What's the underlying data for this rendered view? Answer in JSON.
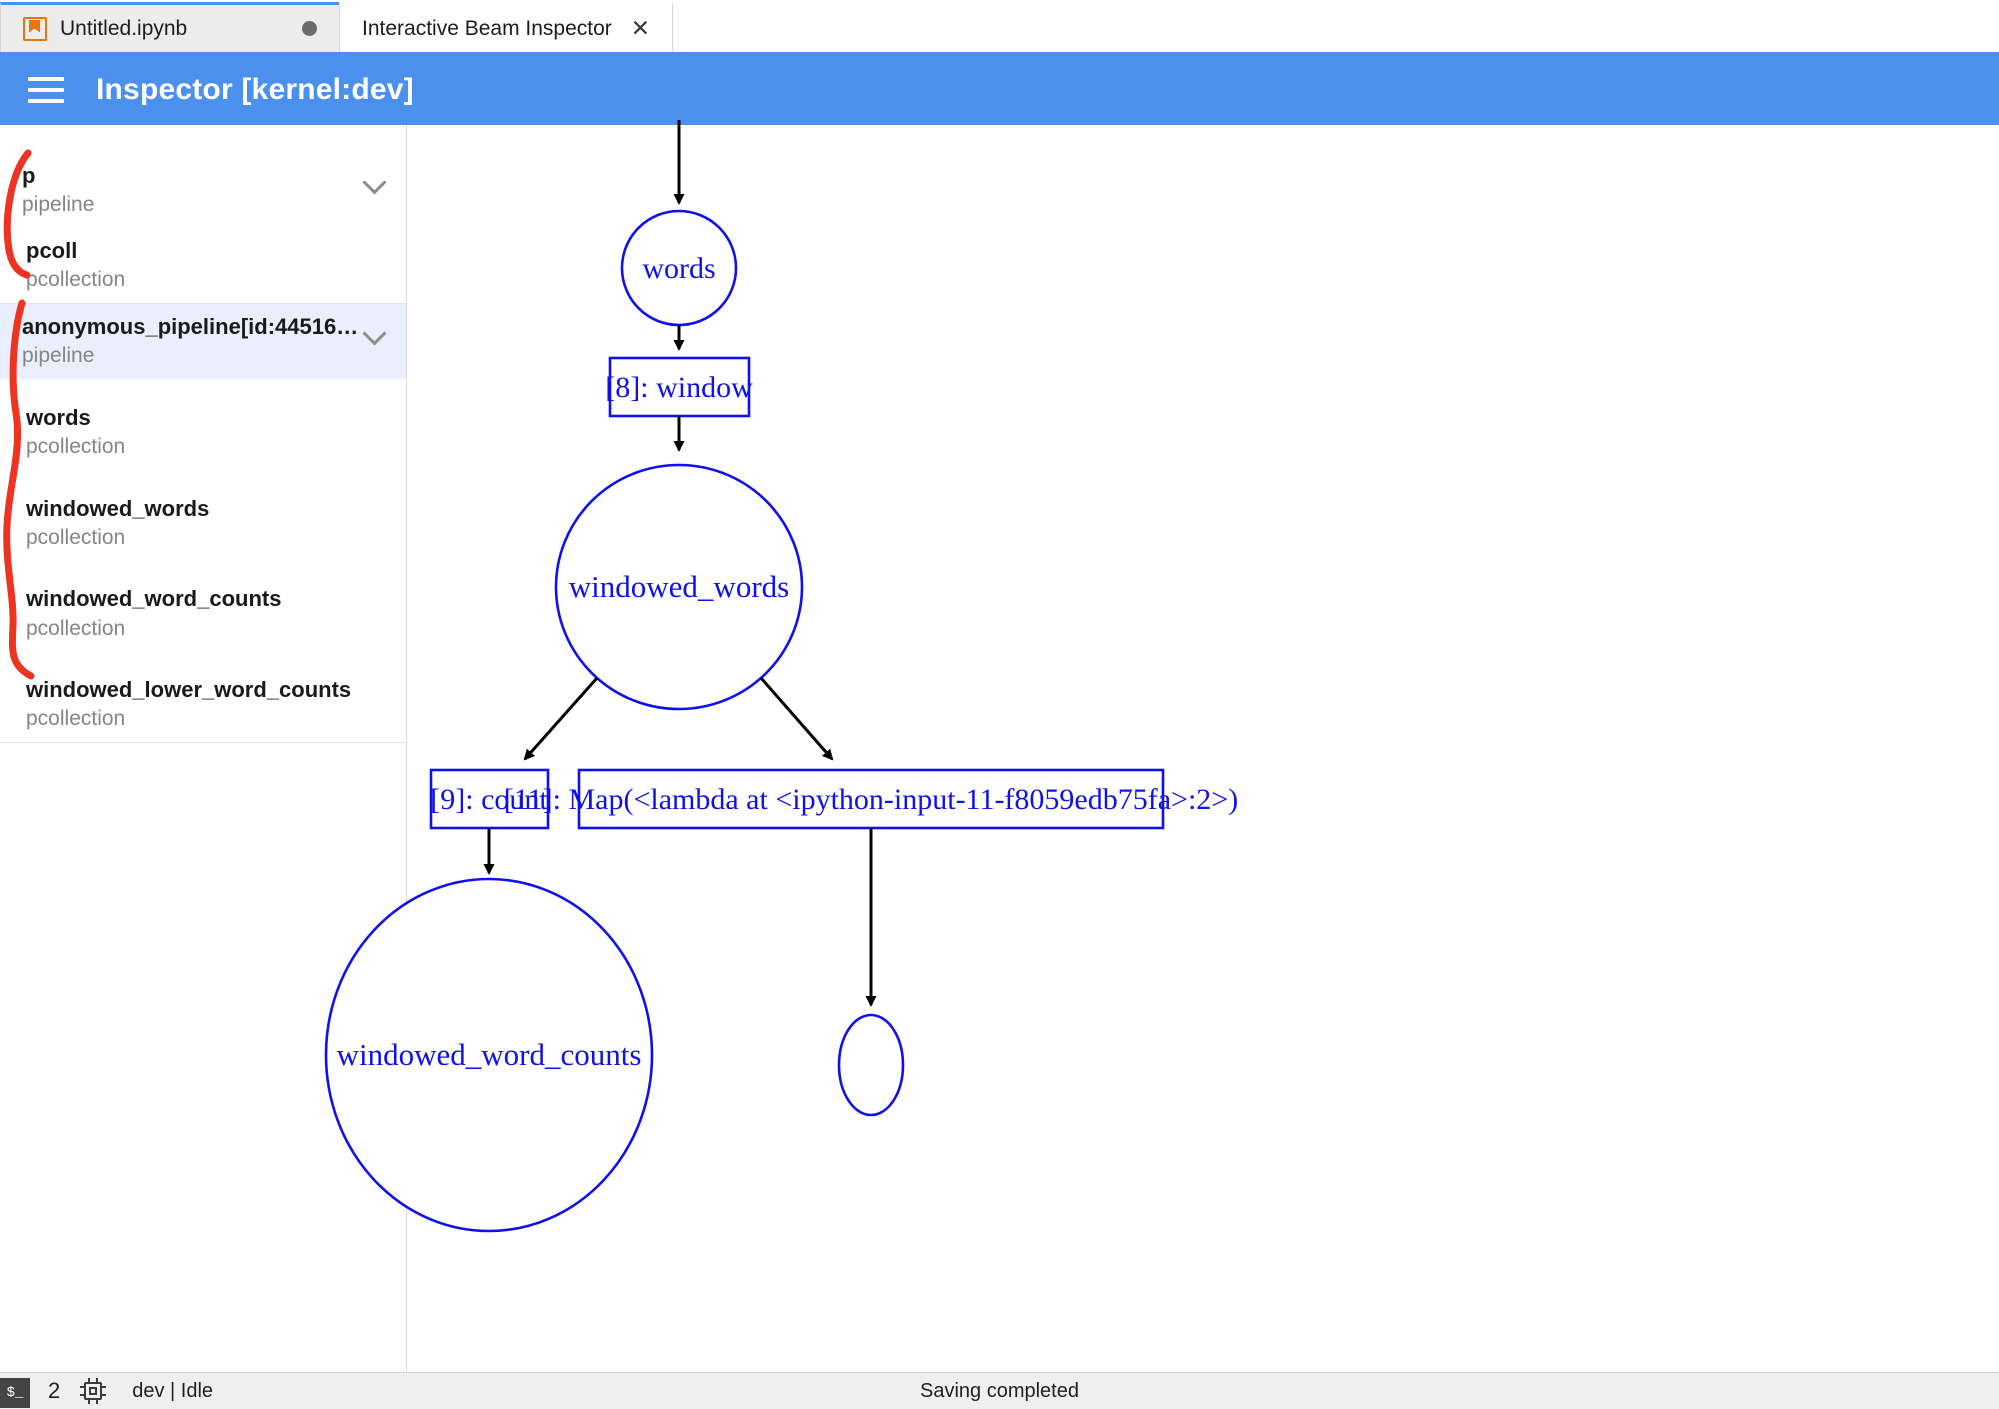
{
  "tabs": [
    {
      "label": "Untitled.ipynb",
      "icon": "notebook-icon",
      "active": false,
      "dirty": true
    },
    {
      "label": "Interactive Beam Inspector",
      "active": true,
      "close": "✕"
    }
  ],
  "header": {
    "menu_icon": "hamburger-icon",
    "title": "Inspector [kernel:dev]",
    "accent_color": "#4a90ec"
  },
  "sidebar": {
    "groups": [
      {
        "items": [
          {
            "name": "p",
            "type": "pipeline",
            "expandable": true,
            "child": false,
            "selected": false
          },
          {
            "name": "pcoll",
            "type": "pcollection",
            "expandable": false,
            "child": true,
            "selected": false
          }
        ]
      },
      {
        "items": [
          {
            "name": "anonymous_pipeline[id:44516…",
            "type": "pipeline",
            "expandable": true,
            "child": false,
            "selected": true
          },
          {
            "name": "words",
            "type": "pcollection",
            "expandable": false,
            "child": true,
            "selected": false
          },
          {
            "name": "windowed_words",
            "type": "pcollection",
            "expandable": false,
            "child": true,
            "selected": false
          },
          {
            "name": "windowed_word_counts",
            "type": "pcollection",
            "expandable": false,
            "child": true,
            "selected": false
          },
          {
            "name": "windowed_lower_word_counts",
            "type": "pcollection",
            "expandable": false,
            "child": true,
            "selected": false
          }
        ]
      }
    ],
    "selected_background": "#e9effc",
    "annotation_color": "#ee3322"
  },
  "graph": {
    "node_color": "#1010ee",
    "edge_color": "#000000",
    "nodes": [
      {
        "id": "words",
        "label": "words",
        "shape": "ellipse"
      },
      {
        "id": "window",
        "label": "[8]: window",
        "shape": "box"
      },
      {
        "id": "windowed_words",
        "label": "windowed_words",
        "shape": "ellipse"
      },
      {
        "id": "count",
        "label": "[9]: count",
        "shape": "box"
      },
      {
        "id": "map",
        "label": "[11]: Map(<lambda at <ipython-input-11-f8059edb75fa>:2>)",
        "shape": "box"
      },
      {
        "id": "windowed_word_counts",
        "label": "windowed_word_counts",
        "shape": "ellipse"
      },
      {
        "id": "unnamed",
        "label": "",
        "shape": "ellipse"
      }
    ],
    "edges": [
      {
        "from": "",
        "to": "words"
      },
      {
        "from": "words",
        "to": "window"
      },
      {
        "from": "window",
        "to": "windowed_words"
      },
      {
        "from": "windowed_words",
        "to": "count"
      },
      {
        "from": "windowed_words",
        "to": "map"
      },
      {
        "from": "count",
        "to": "windowed_word_counts"
      },
      {
        "from": "map",
        "to": "unnamed"
      }
    ]
  },
  "statusbar": {
    "terminal_icon_label": "$_",
    "terminal_count": "2",
    "kernel_icon": "cpu-chip-icon",
    "kernel_status": "dev | Idle",
    "save_status": "Saving completed"
  }
}
